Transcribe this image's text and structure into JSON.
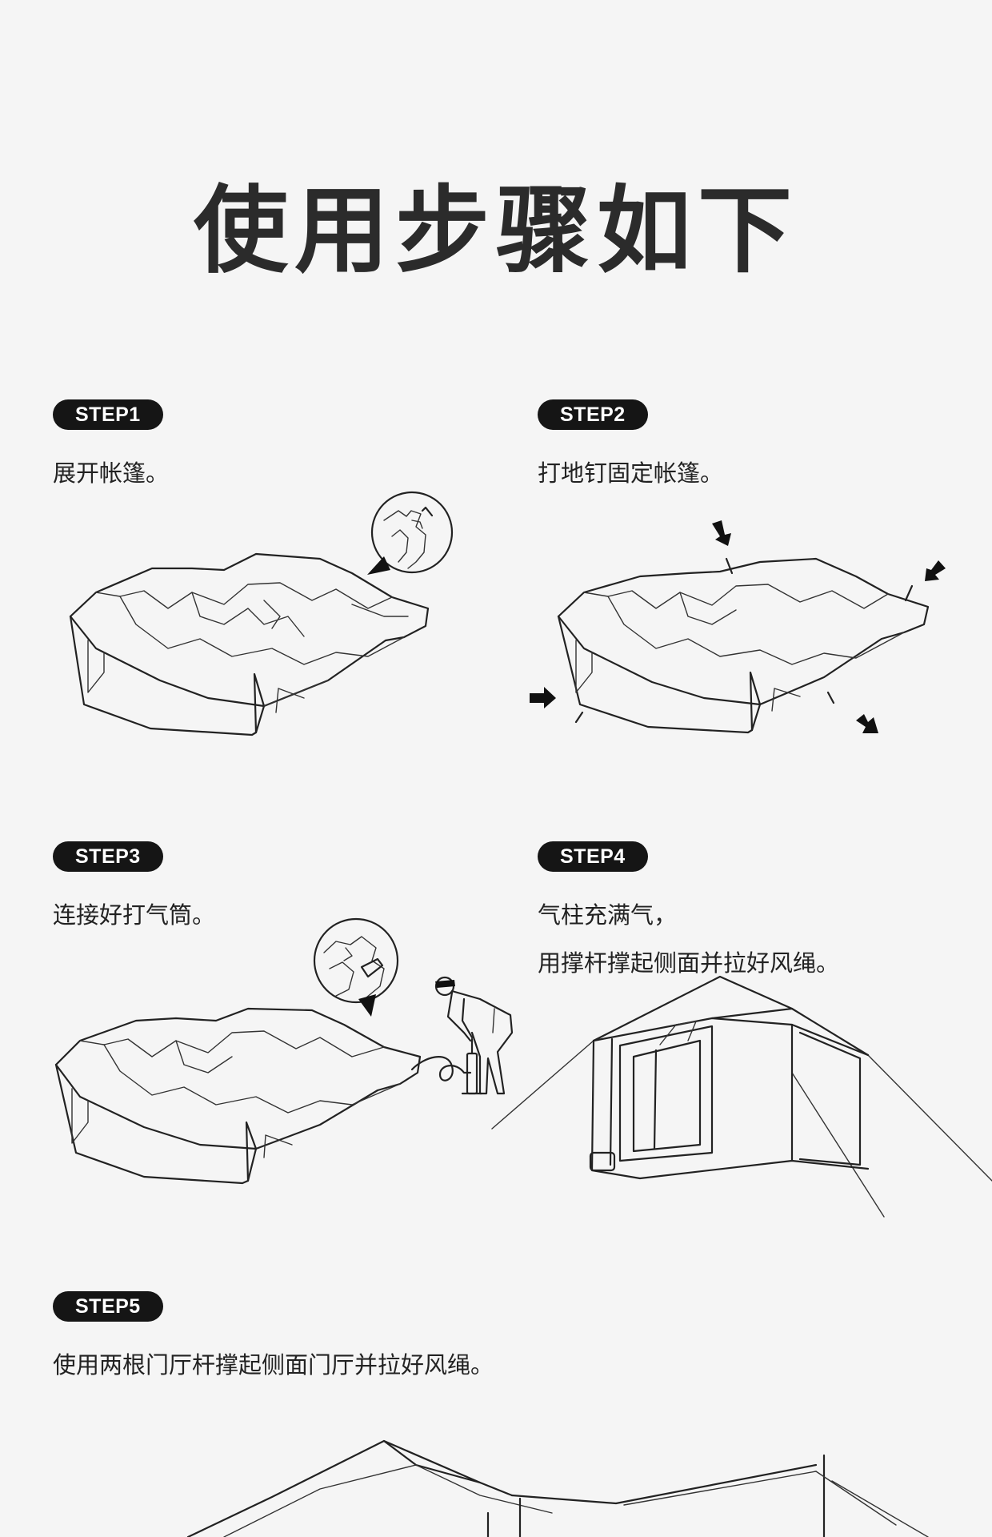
{
  "title": "使用步骤如下",
  "steps": [
    {
      "badge": "STEP1",
      "text": "展开帐篷。"
    },
    {
      "badge": "STEP2",
      "text": "打地钉固定帐篷。"
    },
    {
      "badge": "STEP3",
      "text": "连接好打气筒。"
    },
    {
      "badge": "STEP4",
      "text_line1": "气柱充满气，",
      "text_line2": "用撑杆撑起侧面并拉好风绳。"
    },
    {
      "badge": "STEP5",
      "text": "使用两根门厅杆撑起侧面门厅并拉好风绳。"
    }
  ],
  "icons": {
    "stake_arrow": "arrow-icon",
    "zoom_circle": "zoom-detail-icon"
  }
}
